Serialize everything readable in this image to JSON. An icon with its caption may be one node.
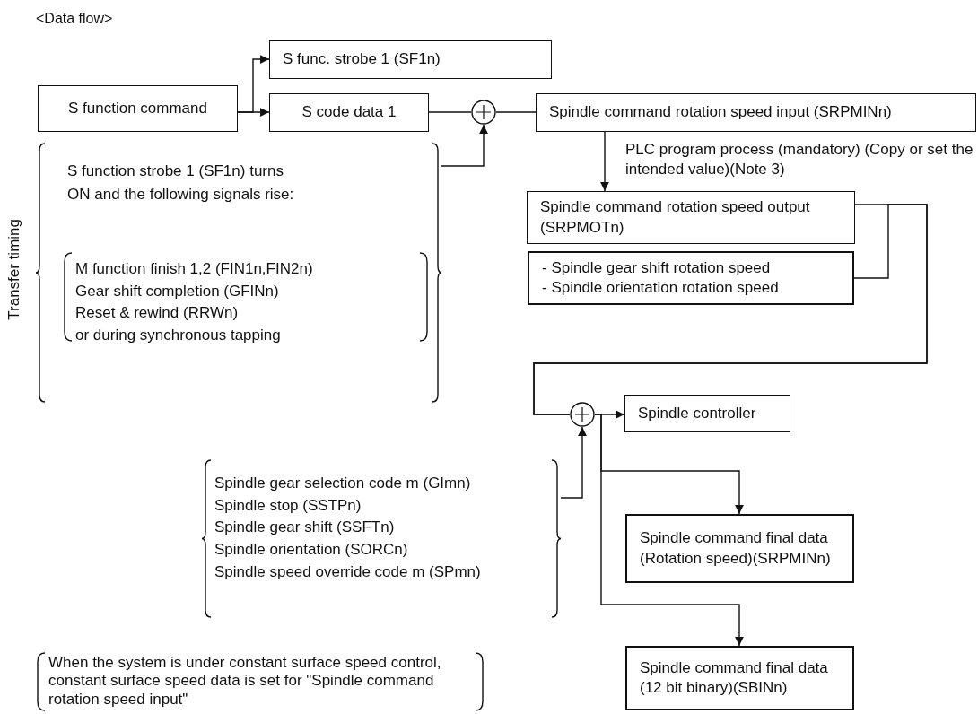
{
  "diagram": {
    "title": "<Data flow>",
    "nodes": [
      {
        "text": [
          "S function command"
        ]
      },
      {
        "text": [
          "S func. strobe 1 (SF1n)"
        ]
      },
      {
        "text": [
          "S code data 1"
        ]
      },
      {
        "text": [],
        "shape": "circle"
      },
      {
        "text": [
          "Spindle command rotation speed input (SRPMINn)"
        ]
      },
      {
        "text": [
          "Spindle command rotation speed output (SRPMOTn)"
        ]
      },
      {
        "text": [
          "- Spindle gear shift rotation speed",
          "- Spindle orientation rotation speed"
        ]
      },
      {
        "text": [],
        "shape": "circle"
      },
      {
        "text": [
          "Spindle controller"
        ]
      },
      {
        "text": [
          "Spindle command final data (Rotation speed)(SRPMINn)"
        ]
      },
      {
        "text": [
          "Spindle command final data (12 bit binary)(SBINn)"
        ]
      },
      {
        "text": [
          "S function strobe 1 (SF1n) turns ON and the following signals rise:",
          "M function finish 1,2 (FIN1n,FIN2n)",
          "Gear shift completion (GFINn)",
          "Reset & rewind (RRWn)",
          "or during synchronous tapping"
        ],
        "beside": [
          "Transfer timing"
        ]
      },
      {
        "text": [
          "Spindle gear selection code m (GImn)",
          "Spindle stop (SSTPn)",
          "Spindle gear shift (SSFTn)",
          "Spindle orientation (SORCn)",
          "Spindle speed override code m (SPmn)"
        ]
      }
    ],
    "edges": [
      {
        "from": 0,
        "to": 1,
        "arrow": "to"
      },
      {
        "from": 0,
        "to": 2,
        "arrow": "to"
      },
      {
        "from": 2,
        "to": 3,
        "arrow": "none"
      },
      {
        "from": 3,
        "to": 4,
        "arrow": "none"
      },
      {
        "from": 11,
        "to": 3,
        "arrow": "to"
      },
      {
        "from": 4,
        "to": 5,
        "arrow": "to",
        "label": "PLC program process (mandatory) (Copy or set the intended value)(Note 3)"
      },
      {
        "from": 5,
        "to": 7,
        "arrow": "none"
      },
      {
        "from": 6,
        "to": 7,
        "arrow": "none"
      },
      {
        "from": 12,
        "to": 7,
        "arrow": "to"
      },
      {
        "from": 7,
        "to": 8,
        "arrow": "to"
      },
      {
        "from": 7,
        "to": 9,
        "arrow": "to"
      },
      {
        "from": 7,
        "to": 10,
        "arrow": "to"
      }
    ],
    "labels": [
      "When the system is under constant surface speed control, constant surface speed data is set for \"Spindle command rotation speed input\""
    ]
  }
}
